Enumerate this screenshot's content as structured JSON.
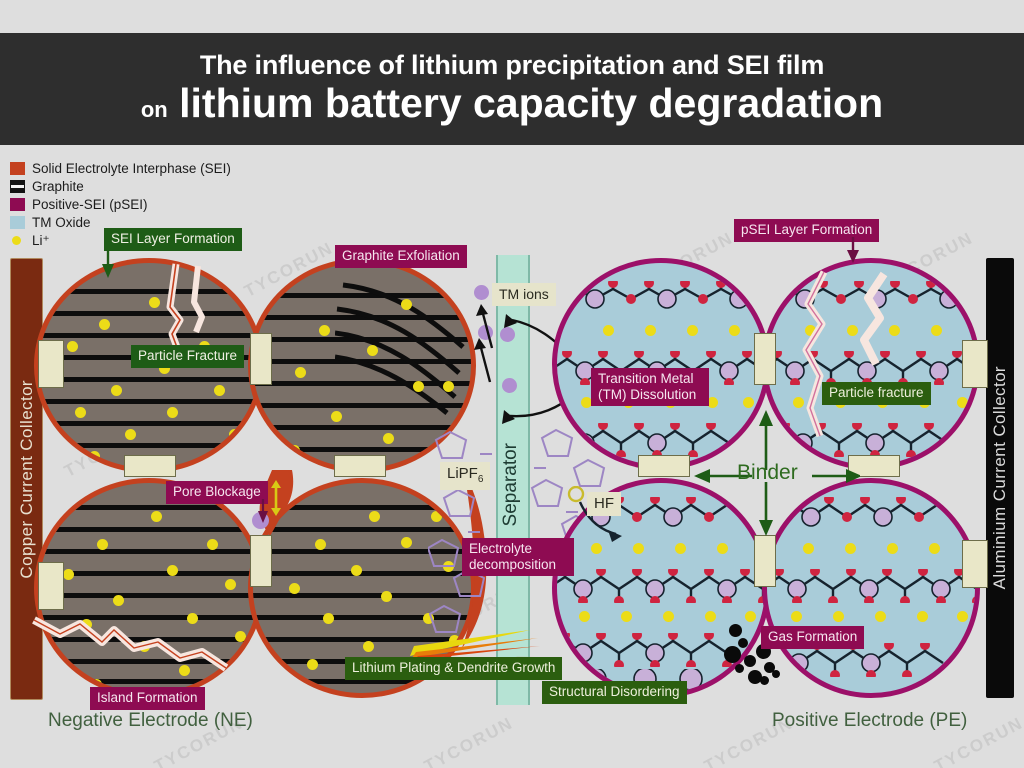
{
  "title": {
    "line1": "The influence of lithium precipitation and SEI film",
    "line2_small": "on",
    "line2_big": "lithium battery capacity degradation"
  },
  "legend": {
    "items": [
      {
        "label": "Solid Electrolyte Interphase (SEI)",
        "color": "#c4411f",
        "icon": "square-swatch"
      },
      {
        "label": "Graphite",
        "color": "#121212",
        "icon": "striped-square-swatch"
      },
      {
        "label": "Positive-SEI (pSEI)",
        "color": "#8e0b52",
        "icon": "square-swatch"
      },
      {
        "label": "TM Oxide",
        "color": "#a9ccd9",
        "icon": "square-swatch"
      },
      {
        "label": "Li⁺",
        "color": "#ecdc18",
        "icon": "dot-swatch"
      }
    ]
  },
  "collectors": {
    "left": {
      "label": "Copper Current Collector",
      "color": "#7a2a11"
    },
    "right": {
      "label": "Aluminium Current Collector",
      "color": "#0a0a0a"
    }
  },
  "separator": {
    "label": "Separator",
    "color": "#b6e3d4"
  },
  "electrodes": {
    "negative_caption": "Negative Electrode (NE)",
    "positive_caption": "Positive Electrode (PE)"
  },
  "annotations": {
    "sei_layer_formation": "SEI Layer Formation",
    "graphite_exfoliation": "Graphite Exfoliation",
    "particle_fracture_ne": "Particle Fracture",
    "pore_blockage": "Pore Blockage",
    "island_formation": "Island Formation",
    "lithium_plating": "Lithium Plating & Dendrite Growth",
    "electrolyte_decomposition_l1": "Electrolyte",
    "electrolyte_decomposition_l2": "decomposition",
    "lipf6_main": "LiPF",
    "lipf6_sub": "6",
    "tm_ions": "TM ions",
    "psei_layer_formation": "pSEI Layer Formation",
    "transition_metal_l1": "Transition Metal",
    "transition_metal_l2": "(TM) Dissolution",
    "particle_fracture_pe": "Particle fracture",
    "binder": "Binder",
    "hf": "HF",
    "gas_formation": "Gas Formation",
    "structural_disordering": "Structural Disordering"
  },
  "watermark": "TYCORUN",
  "colors": {
    "background": "#dedede",
    "banner": "#2e2e2e",
    "sei": "#c4411f",
    "psei": "#9c1069",
    "graphite_body": "#7a7068",
    "tm_oxide": "#a9ccd9",
    "li_ion": "#ecdc18",
    "tm_ion": "#b08ed0",
    "separator": "#b6e3d4",
    "binder": "#e9e7c8",
    "label_green": "#1e5c16",
    "label_maroon": "#8e0b52",
    "caption_green": "#41603f"
  }
}
